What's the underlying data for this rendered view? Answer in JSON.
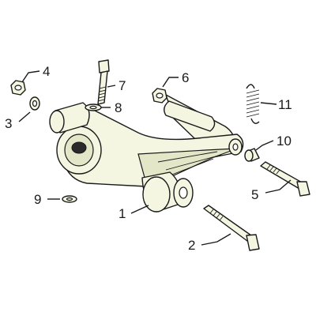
{
  "callouts": [
    {
      "id": "1",
      "text": "1"
    },
    {
      "id": "2",
      "text": "2"
    },
    {
      "id": "3",
      "text": "3"
    },
    {
      "id": "4",
      "text": "4"
    },
    {
      "id": "5",
      "text": "5"
    },
    {
      "id": "6",
      "text": "6"
    },
    {
      "id": "7",
      "text": "7"
    },
    {
      "id": "8",
      "text": "8"
    },
    {
      "id": "9",
      "text": "9"
    },
    {
      "id": "10",
      "text": "10"
    },
    {
      "id": "11",
      "text": "11"
    }
  ],
  "colors": {
    "part_fill": "#f4f6e2",
    "outline": "#1a1a1a"
  }
}
